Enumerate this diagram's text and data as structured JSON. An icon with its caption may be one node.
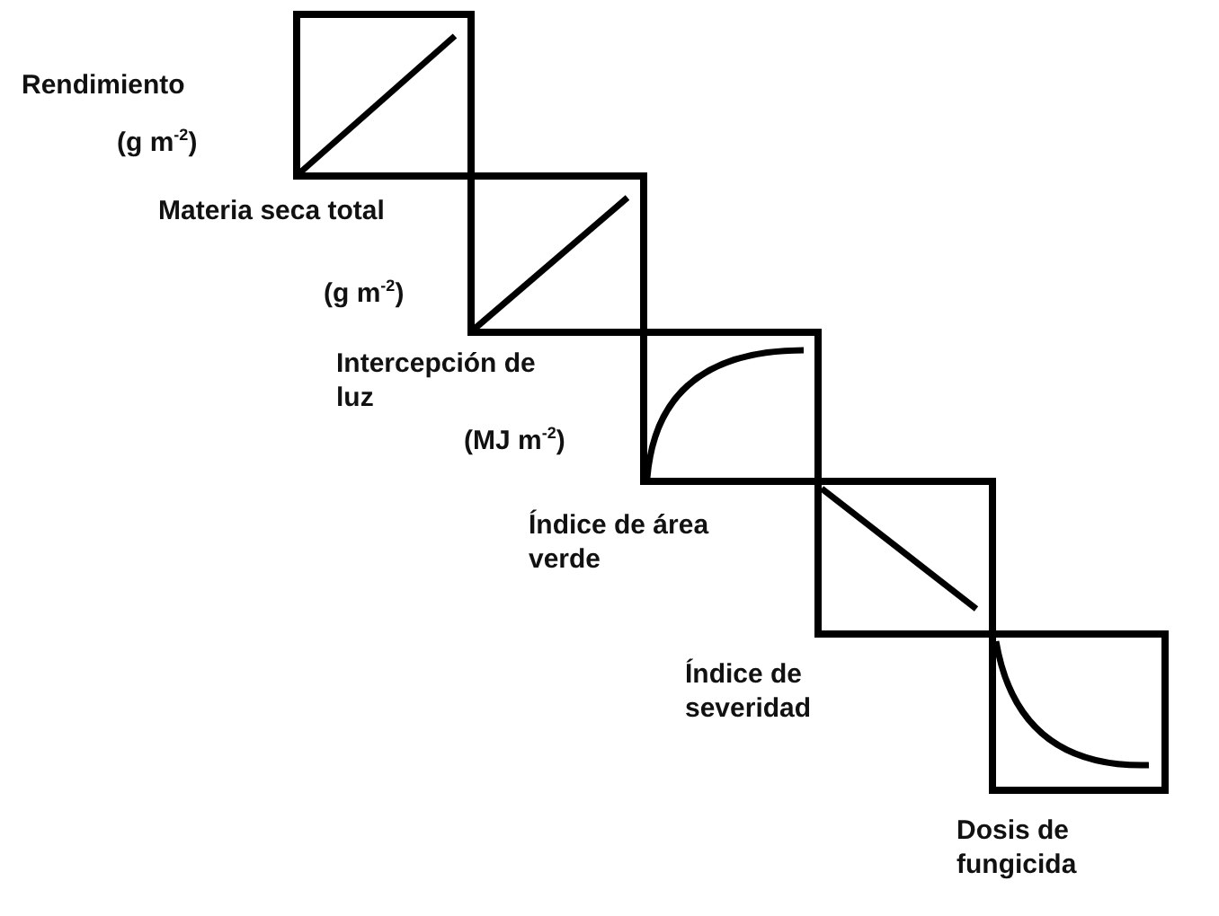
{
  "diagram": {
    "labels": [
      "Rendimiento",
      "(g m$^{-2}$)",
      "Materia seca total",
      "(g m$^{-2}$)",
      "Intercepción de luz",
      "(MJ m$^{-2}$)",
      "Índice de área verde",
      "Índice de severidad",
      "Dosis de fungicida"
    ]
  }
}
